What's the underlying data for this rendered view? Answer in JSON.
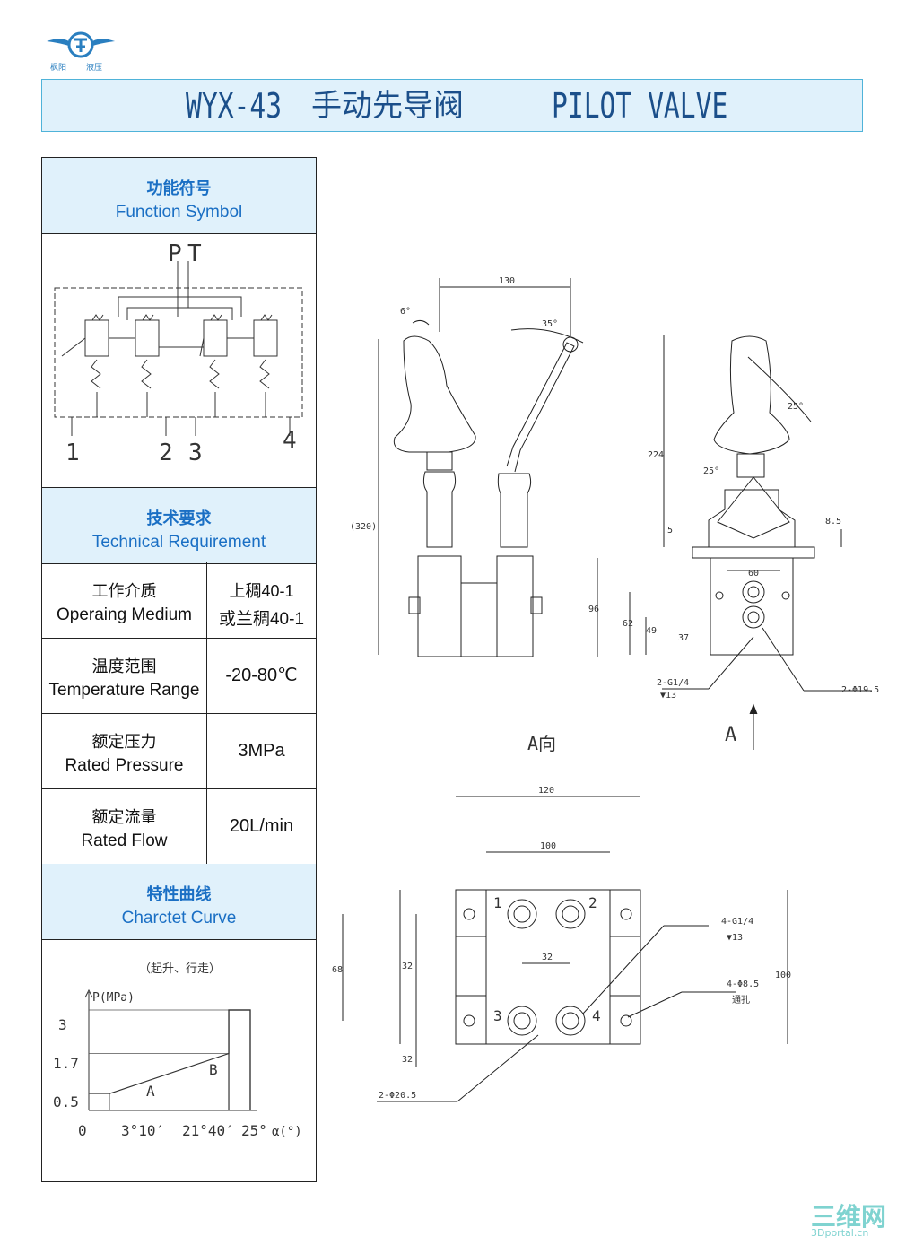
{
  "logo": {
    "caption_left": "枫阳",
    "caption_right": "液压"
  },
  "title": {
    "model": "WYX-43",
    "name_cn": "手动先导阀",
    "name_en": "PILOT VALVE"
  },
  "sections": {
    "function_symbol": {
      "cn": "功能符号",
      "en": "Function Symbol"
    },
    "technical": {
      "cn": "技术要求",
      "en": "Technical Requirement"
    },
    "curve": {
      "cn": "特性曲线",
      "en": "Charctet Curve"
    }
  },
  "specs": [
    {
      "cn": "工作介质",
      "en": "Operaing Medium",
      "value1": "上稠40-1",
      "value2": "或兰稠40-1"
    },
    {
      "cn": "温度范围",
      "en": "Temperature Range",
      "value": "-20-80℃"
    },
    {
      "cn": "额定压力",
      "en": "Rated Pressure",
      "value": "3MPa"
    },
    {
      "cn": "额定流量",
      "en": "Rated Flow",
      "value": "20L/min"
    }
  ],
  "symbol_labels": {
    "p": "P",
    "t": "T",
    "p1": "1",
    "p2": "2",
    "p3": "3",
    "p4": "4"
  },
  "chart_data": {
    "type": "line",
    "title": "（起升、行走）",
    "ylabel": "P(MPa)",
    "xlabel": "α(°)",
    "ytick_labels": [
      "0.5",
      "1.7",
      "3"
    ],
    "xtick_labels": [
      "0",
      "3°10′",
      "21°40′",
      "25°"
    ],
    "series": [
      {
        "name": "A",
        "points": [
          [
            3.17,
            0
          ],
          [
            3.17,
            0.5
          ],
          [
            21.67,
            1.7
          ],
          [
            21.67,
            3
          ],
          [
            25,
            3
          ],
          [
            25,
            0
          ]
        ]
      },
      {
        "name": "B",
        "points": [
          [
            21.67,
            0
          ],
          [
            21.67,
            3
          ],
          [
            25,
            3
          ],
          [
            25,
            0
          ]
        ]
      }
    ],
    "region_labels": [
      "A",
      "B"
    ]
  },
  "drawing": {
    "dims": {
      "d130": "130",
      "a6": "6°",
      "a35": "35°",
      "h320": "(320)",
      "h224": "224",
      "a25a": "25°",
      "a25b": "25°",
      "h5": "5",
      "h85": "8.5",
      "w60": "60",
      "h96": "96",
      "h62": "62",
      "h49": "49",
      "h37": "37",
      "port_left1": "2-G1/4",
      "port_left2": "▼13",
      "dia195": "2-Φ19.5",
      "view_label": "A向",
      "arrow_label": "A",
      "w120": "120",
      "w100": "100",
      "w32": "32",
      "h68": "68",
      "h32a": "32",
      "h32b": "32",
      "h100": "100",
      "g14_1": "4-G1/4",
      "g14_2": "▼13",
      "d85_1": "4-Φ8.5",
      "d85_2": "通孔",
      "d205": "2-Φ20.5",
      "n1": "1",
      "n2": "2",
      "n3": "3",
      "n4": "4"
    }
  },
  "watermark": {
    "main": "三维网",
    "sub": "3Dportal.cn"
  }
}
